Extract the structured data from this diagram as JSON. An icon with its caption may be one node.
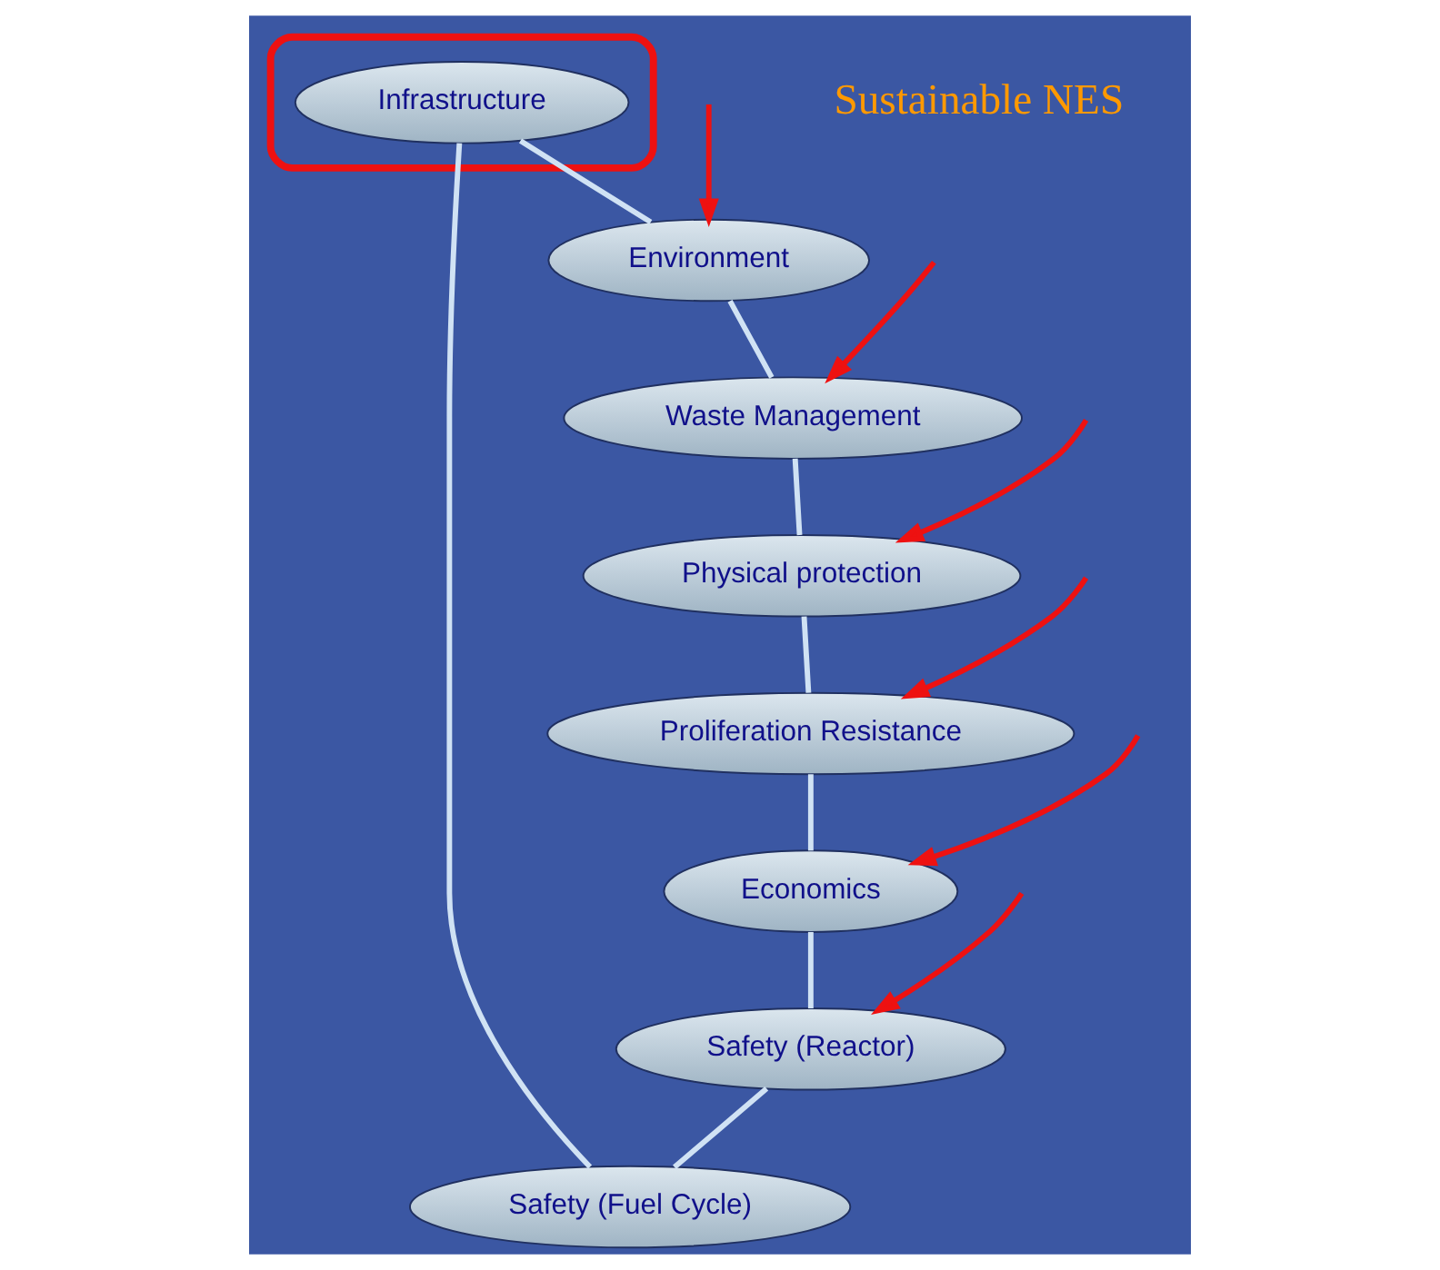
{
  "diagram": {
    "nodes": [
      {
        "text": [
          "Economics"
        ]
      },
      {
        "text": [
          "Safety (Reactor)"
        ]
      },
      {
        "text": [
          "Safety (Fuel Cycle)"
        ]
      },
      {
        "text": [
          "Proliferation Resistance"
        ]
      },
      {
        "text": [],
        "shape": "ellipse"
      },
      {
        "text": [
          "Infrastructure"
        ],
        "in": 4
      },
      {
        "text": [
          "Physical protection"
        ]
      },
      {
        "text": [
          "Waste Management"
        ]
      },
      {
        "text": [
          "Environment"
        ]
      }
    ],
    "edges": [
      {
        "from": 0,
        "to": 1,
        "arrow": "none"
      },
      {
        "from": 1,
        "to": 2,
        "arrow": "none"
      },
      {
        "from": 2,
        "to": 5,
        "arrow": "none"
      },
      {
        "from": 5,
        "to": 8,
        "arrow": "none"
      },
      {
        "from": 8,
        "to": 7,
        "arrow": "none"
      },
      {
        "from": 7,
        "to": 6,
        "arrow": "none"
      },
      {
        "from": 6,
        "to": 3,
        "arrow": "none"
      },
      {
        "from": 3,
        "to": 0,
        "arrow": "none"
      },
      {
        "from": null,
        "to": 1,
        "arrow": "to",
        "color": "#ee1111"
      },
      {
        "from": null,
        "to": 0,
        "arrow": "to",
        "color": "#ee1111"
      },
      {
        "from": null,
        "to": 3,
        "arrow": "to",
        "color": "#ee1111"
      },
      {
        "from": null,
        "to": 6,
        "arrow": "to",
        "color": "#ee1111"
      },
      {
        "from": null,
        "to": 7,
        "arrow": "to",
        "color": "#ee1111"
      },
      {
        "from": null,
        "to": 8,
        "arrow": "to",
        "color": "#ee1111"
      }
    ],
    "labels": [
      "Sustainable NES"
    ]
  }
}
